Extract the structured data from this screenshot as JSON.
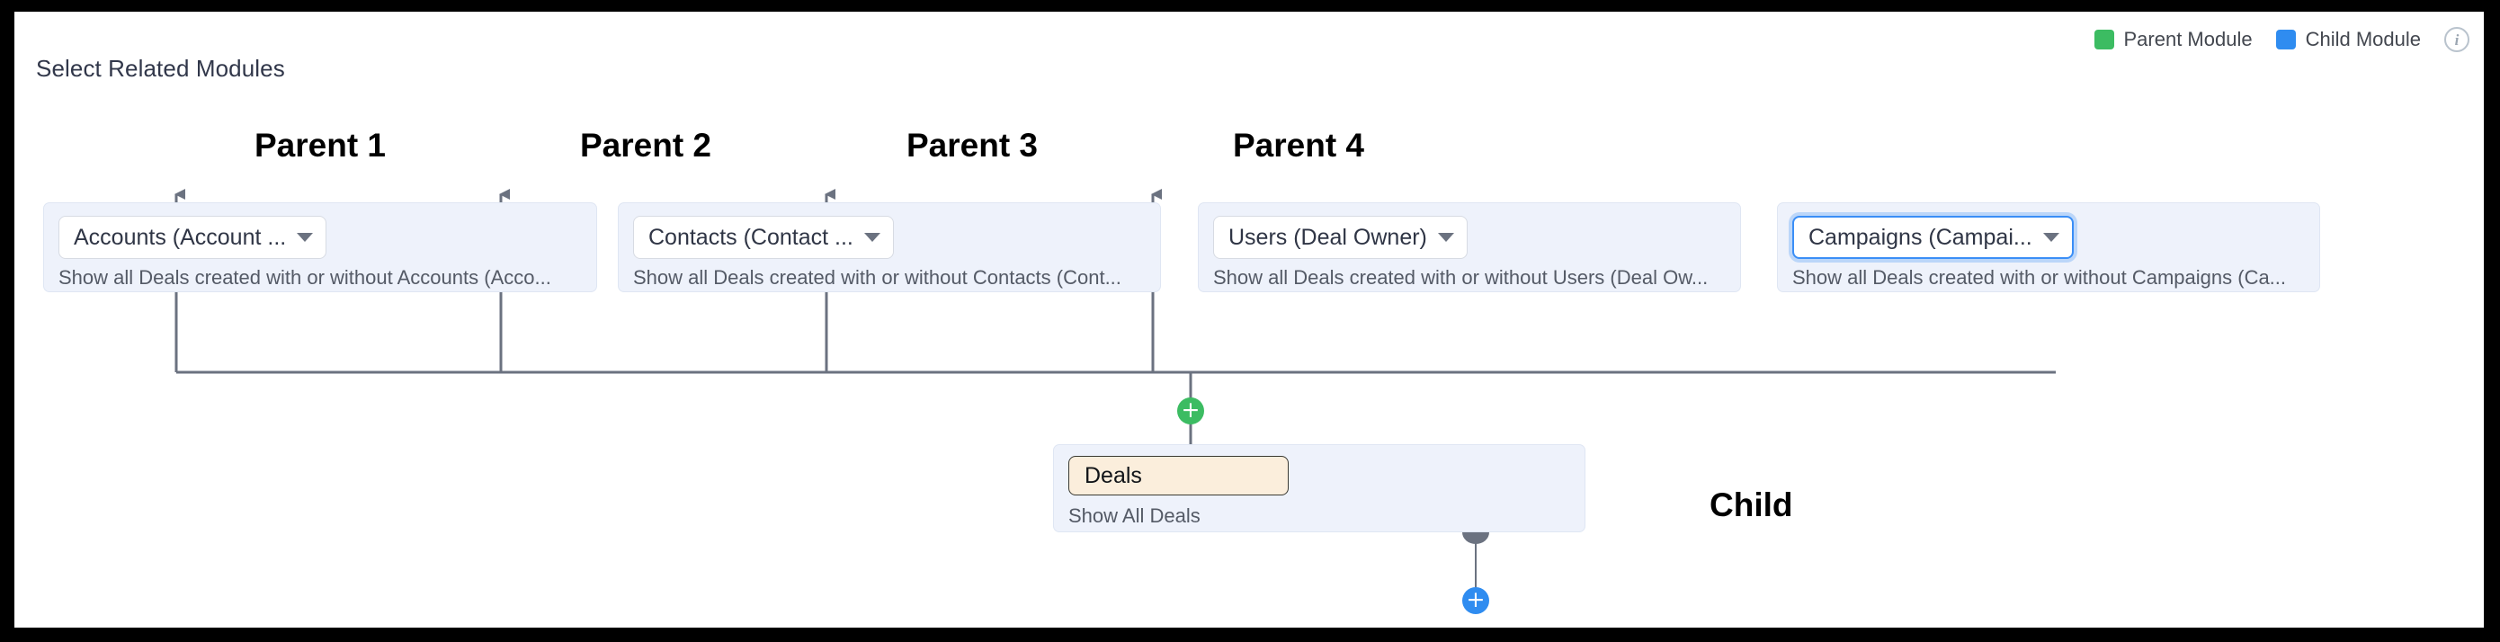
{
  "header": {
    "title": "Select Related Modules",
    "legend": [
      {
        "label": "Parent Module",
        "color": "#3cbc62",
        "icon": "green-square-icon"
      },
      {
        "label": "Child Module",
        "color": "#2f8cf0",
        "icon": "blue-square-icon"
      }
    ],
    "info_icon": "info-icon",
    "info_glyph": "i"
  },
  "parents": [
    {
      "heading": "Parent 1",
      "dropdown_value": "Accounts (Account ...",
      "description": "Show all Deals created with or without Accounts (Acco...",
      "focused": false
    },
    {
      "heading": "Parent 2",
      "dropdown_value": "Contacts (Contact ...",
      "description": "Show all Deals created with or without Contacts (Cont...",
      "focused": false
    },
    {
      "heading": "Parent 3",
      "dropdown_value": "Users (Deal Owner)",
      "description": "Show all Deals created with or without Users (Deal Ow...",
      "focused": false
    },
    {
      "heading": "Parent 4",
      "dropdown_value": "Campaigns (Campai...",
      "description": "Show all Deals created with or without Campaigns (Ca...",
      "focused": true
    }
  ],
  "child": {
    "heading": "Child",
    "module_name": "Deals",
    "description": "Show All Deals"
  },
  "actions": {
    "add_parent_glyph": "+",
    "add_child_glyph": "+"
  },
  "colors": {
    "parent": "#3cbc62",
    "child": "#2f8cf0",
    "card_bg": "#eef2fb",
    "tag_bg": "#fbeedc",
    "connector": "#6b7280"
  }
}
